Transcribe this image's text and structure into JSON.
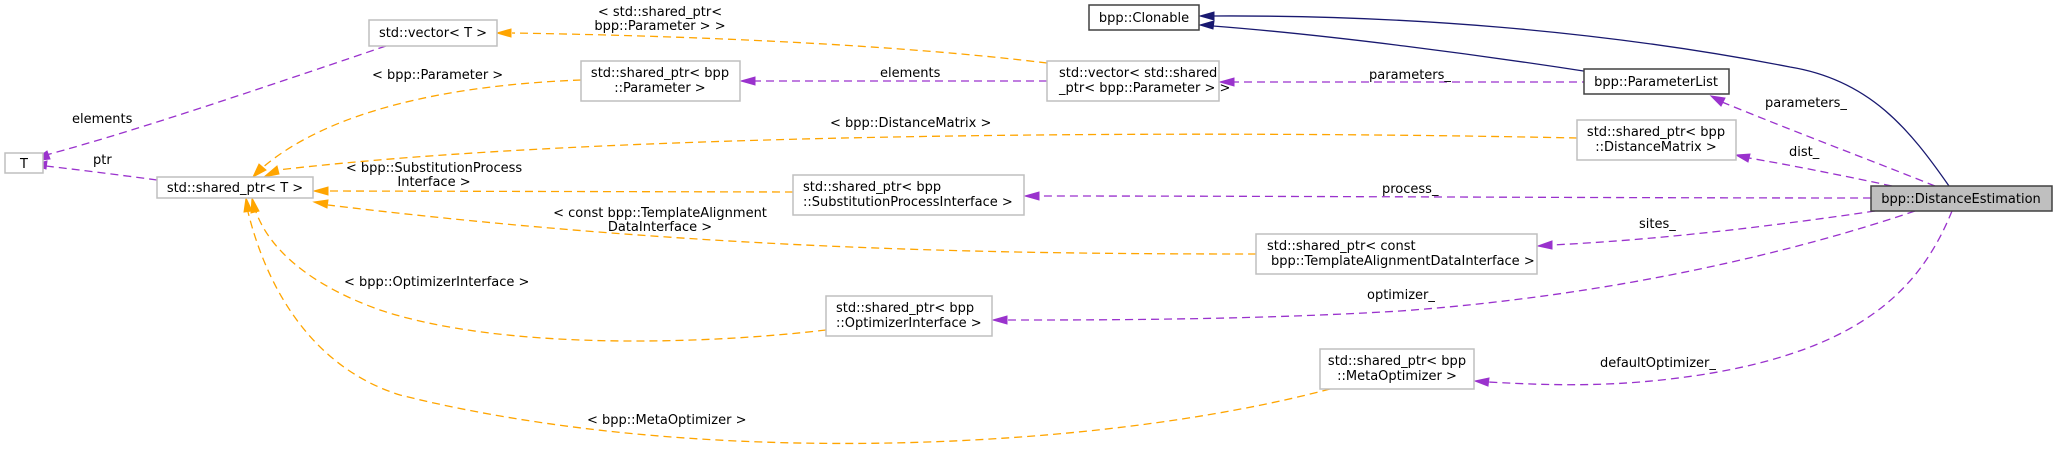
{
  "diagram": {
    "type": "doxygen-collaboration-graph",
    "colors": {
      "inheritance": "#191970",
      "member": "#9a32cd",
      "template": "#ffa500",
      "focus_fill": "#bfbfbf"
    },
    "nodes": {
      "t": {
        "lines": [
          "T"
        ]
      },
      "shared_ptr_t": {
        "lines": [
          "std::shared_ptr< T >"
        ]
      },
      "vector_t": {
        "lines": [
          "std::vector< T >"
        ]
      },
      "shared_ptr_parameter": {
        "lines": [
          "std::shared_ptr< bpp",
          "::Parameter >"
        ]
      },
      "vector_shared_ptr_parameter": {
        "lines": [
          "std::vector< std::shared",
          "_ptr< bpp::Parameter > >"
        ]
      },
      "clonable": {
        "lines": [
          "bpp::Clonable"
        ]
      },
      "parameter_list": {
        "lines": [
          "bpp::ParameterList"
        ]
      },
      "shared_ptr_distance_matrix": {
        "lines": [
          "std::shared_ptr< bpp",
          "::DistanceMatrix >"
        ]
      },
      "shared_ptr_substitution_process": {
        "lines": [
          "std::shared_ptr< bpp",
          "::SubstitutionProcessInterface >"
        ]
      },
      "distance_estimation": {
        "lines": [
          "bpp::DistanceEstimation"
        ]
      },
      "shared_ptr_template_alignment": {
        "lines": [
          "std::shared_ptr< const",
          "bpp::TemplateAlignmentDataInterface >"
        ]
      },
      "shared_ptr_optimizer_interface": {
        "lines": [
          "std::shared_ptr< bpp",
          "::OptimizerInterface >"
        ]
      },
      "shared_ptr_meta_optimizer": {
        "lines": [
          "std::shared_ptr< bpp",
          "::MetaOptimizer >"
        ]
      }
    },
    "edges": [
      {
        "id": "vector_t-elements-t",
        "from": "vector_t",
        "to": "t",
        "kind": "member",
        "label": [
          "elements"
        ]
      },
      {
        "id": "shared_ptr_t-ptr-t",
        "from": "shared_ptr_t",
        "to": "t",
        "kind": "member",
        "label": [
          "ptr"
        ]
      },
      {
        "id": "vsp-tmpl-vector_t",
        "from": "vector_shared_ptr_parameter",
        "to": "vector_t",
        "kind": "template",
        "label": [
          "< std::shared_ptr<",
          "bpp::Parameter > >"
        ]
      },
      {
        "id": "spp-tmpl-shared_ptr_t",
        "from": "shared_ptr_parameter",
        "to": "shared_ptr_t",
        "kind": "template",
        "label": [
          "< bpp::Parameter >"
        ]
      },
      {
        "id": "vsp-elements-spp",
        "from": "vector_shared_ptr_parameter",
        "to": "shared_ptr_parameter",
        "kind": "member",
        "label": [
          "elements"
        ]
      },
      {
        "id": "plist-parameters-vsp",
        "from": "parameter_list",
        "to": "vector_shared_ptr_parameter",
        "kind": "member",
        "label": [
          "parameters_"
        ]
      },
      {
        "id": "plist-inherit-clonable",
        "from": "parameter_list",
        "to": "clonable",
        "kind": "inheritance",
        "label": []
      },
      {
        "id": "de-inherit-clonable",
        "from": "distance_estimation",
        "to": "clonable",
        "kind": "inheritance",
        "label": []
      },
      {
        "id": "dm-tmpl-shared_ptr_t",
        "from": "shared_ptr_distance_matrix",
        "to": "shared_ptr_t",
        "kind": "template",
        "label": [
          "< bpp::DistanceMatrix >"
        ]
      },
      {
        "id": "spi-tmpl-shared_ptr_t",
        "from": "shared_ptr_substitution_process",
        "to": "shared_ptr_t",
        "kind": "template",
        "label": [
          "< bpp::SubstitutionProcess",
          "Interface >"
        ]
      },
      {
        "id": "tad-tmpl-shared_ptr_t",
        "from": "shared_ptr_template_alignment",
        "to": "shared_ptr_t",
        "kind": "template",
        "label": [
          "< const bpp::TemplateAlignment",
          "DataInterface >"
        ]
      },
      {
        "id": "oi-tmpl-shared_ptr_t",
        "from": "shared_ptr_optimizer_interface",
        "to": "shared_ptr_t",
        "kind": "template",
        "label": [
          "< bpp::OptimizerInterface >"
        ]
      },
      {
        "id": "mo-tmpl-shared_ptr_t",
        "from": "shared_ptr_meta_optimizer",
        "to": "shared_ptr_t",
        "kind": "template",
        "label": [
          "< bpp::MetaOptimizer >"
        ]
      },
      {
        "id": "de-parameters-plist",
        "from": "distance_estimation",
        "to": "parameter_list",
        "kind": "member",
        "label": [
          "parameters_"
        ]
      },
      {
        "id": "de-dist-dm",
        "from": "distance_estimation",
        "to": "shared_ptr_distance_matrix",
        "kind": "member",
        "label": [
          "dist_"
        ]
      },
      {
        "id": "de-process-spi",
        "from": "distance_estimation",
        "to": "shared_ptr_substitution_process",
        "kind": "member",
        "label": [
          "process_"
        ]
      },
      {
        "id": "de-sites-tad",
        "from": "distance_estimation",
        "to": "shared_ptr_template_alignment",
        "kind": "member",
        "label": [
          "sites_"
        ]
      },
      {
        "id": "de-optimizer-oi",
        "from": "distance_estimation",
        "to": "shared_ptr_optimizer_interface",
        "kind": "member",
        "label": [
          "optimizer_"
        ]
      },
      {
        "id": "de-default-mo",
        "from": "distance_estimation",
        "to": "shared_ptr_meta_optimizer",
        "kind": "member",
        "label": [
          "defaultOptimizer_"
        ]
      }
    ]
  }
}
